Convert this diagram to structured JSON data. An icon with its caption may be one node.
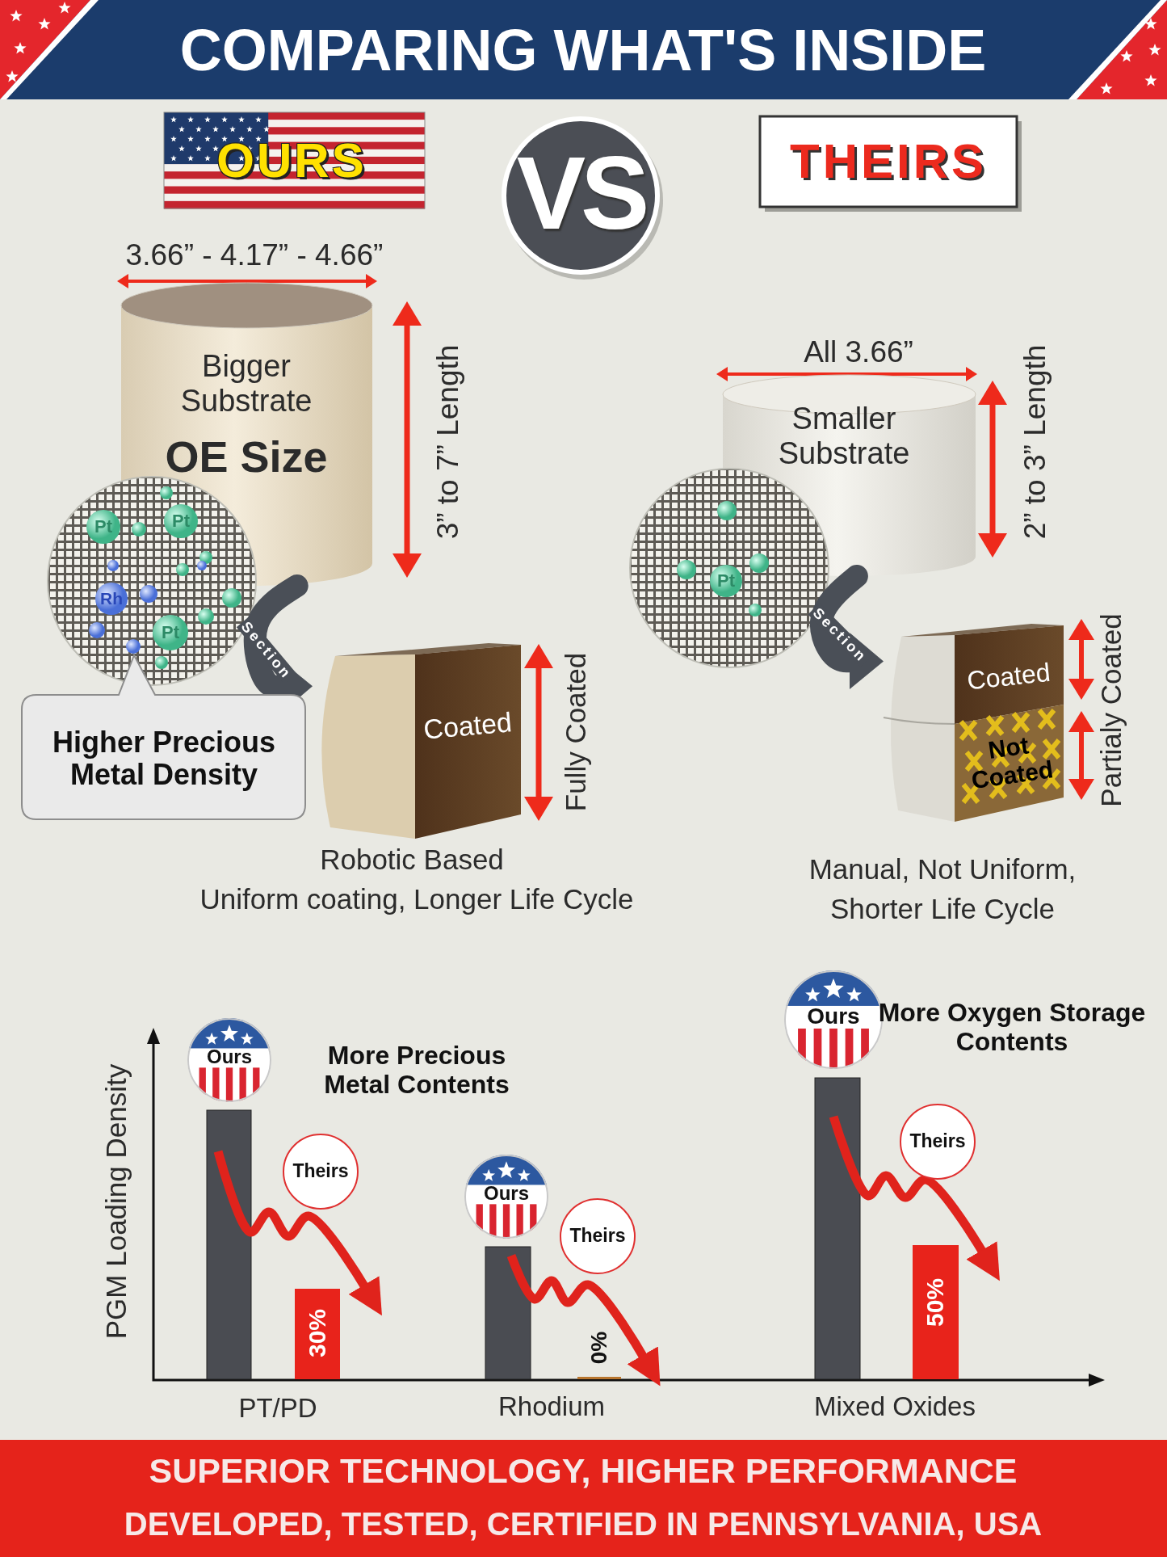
{
  "diagram": {
    "title": "COMPARING WHAT'S INSIDE",
    "nodes": [
      {
        "text": [
          "OURS"
        ]
      },
      {
        "text": [
          "VS"
        ]
      },
      {
        "text": [
          "THEIRS"
        ]
      },
      {
        "text": [
          "Bigger Substrate",
          "OE Size"
        ]
      },
      {
        "text": [
          "Smaller Substrate"
        ]
      },
      {
        "text": [
          "Coated"
        ]
      },
      {
        "text": [
          "Coated",
          "Not Coated"
        ]
      },
      {
        "text": [
          "Higher Precious Metal Density"
        ]
      },
      {
        "text": [
          "Ours"
        ]
      },
      {
        "text": [
          "Theirs"
        ]
      },
      {
        "text": [
          "Ours"
        ]
      },
      {
        "text": [
          "Theirs"
        ]
      },
      {
        "text": [
          "Ours"
        ]
      },
      {
        "text": [
          "Theirs"
        ]
      }
    ],
    "edges": [
      {
        "from": 3,
        "to": 5,
        "arrow": "to",
        "label": "Section"
      },
      {
        "from": 4,
        "to": 6,
        "arrow": "to",
        "label": "Section"
      }
    ],
    "labels": [
      "3.66” - 4.17” - 4.66”",
      "3” to 7” Length",
      "All 3.66”",
      "2” to 3” Length",
      "Pt",
      "Pt",
      "Rh",
      "Pt",
      "Pt",
      "Fully Coated",
      "Partialy Coated",
      "Robotic Based",
      "Uniform coating, Longer Life Cycle",
      "Manual, Not Uniform,",
      "Shorter Life Cycle",
      "PGM Loading Density",
      "More Precious Metal Contents",
      "30%",
      "0%",
      "More Oxygen Storage Contents",
      "50%",
      "PT/PD",
      "Rhodium",
      "Mixed Oxides",
      "SUPERIOR TECHNOLOGY, HIGHER PERFORMANCE",
      "DEVELOPED, TESTED, CERTIFIED IN PENNSYLVANIA, USA"
    ]
  }
}
